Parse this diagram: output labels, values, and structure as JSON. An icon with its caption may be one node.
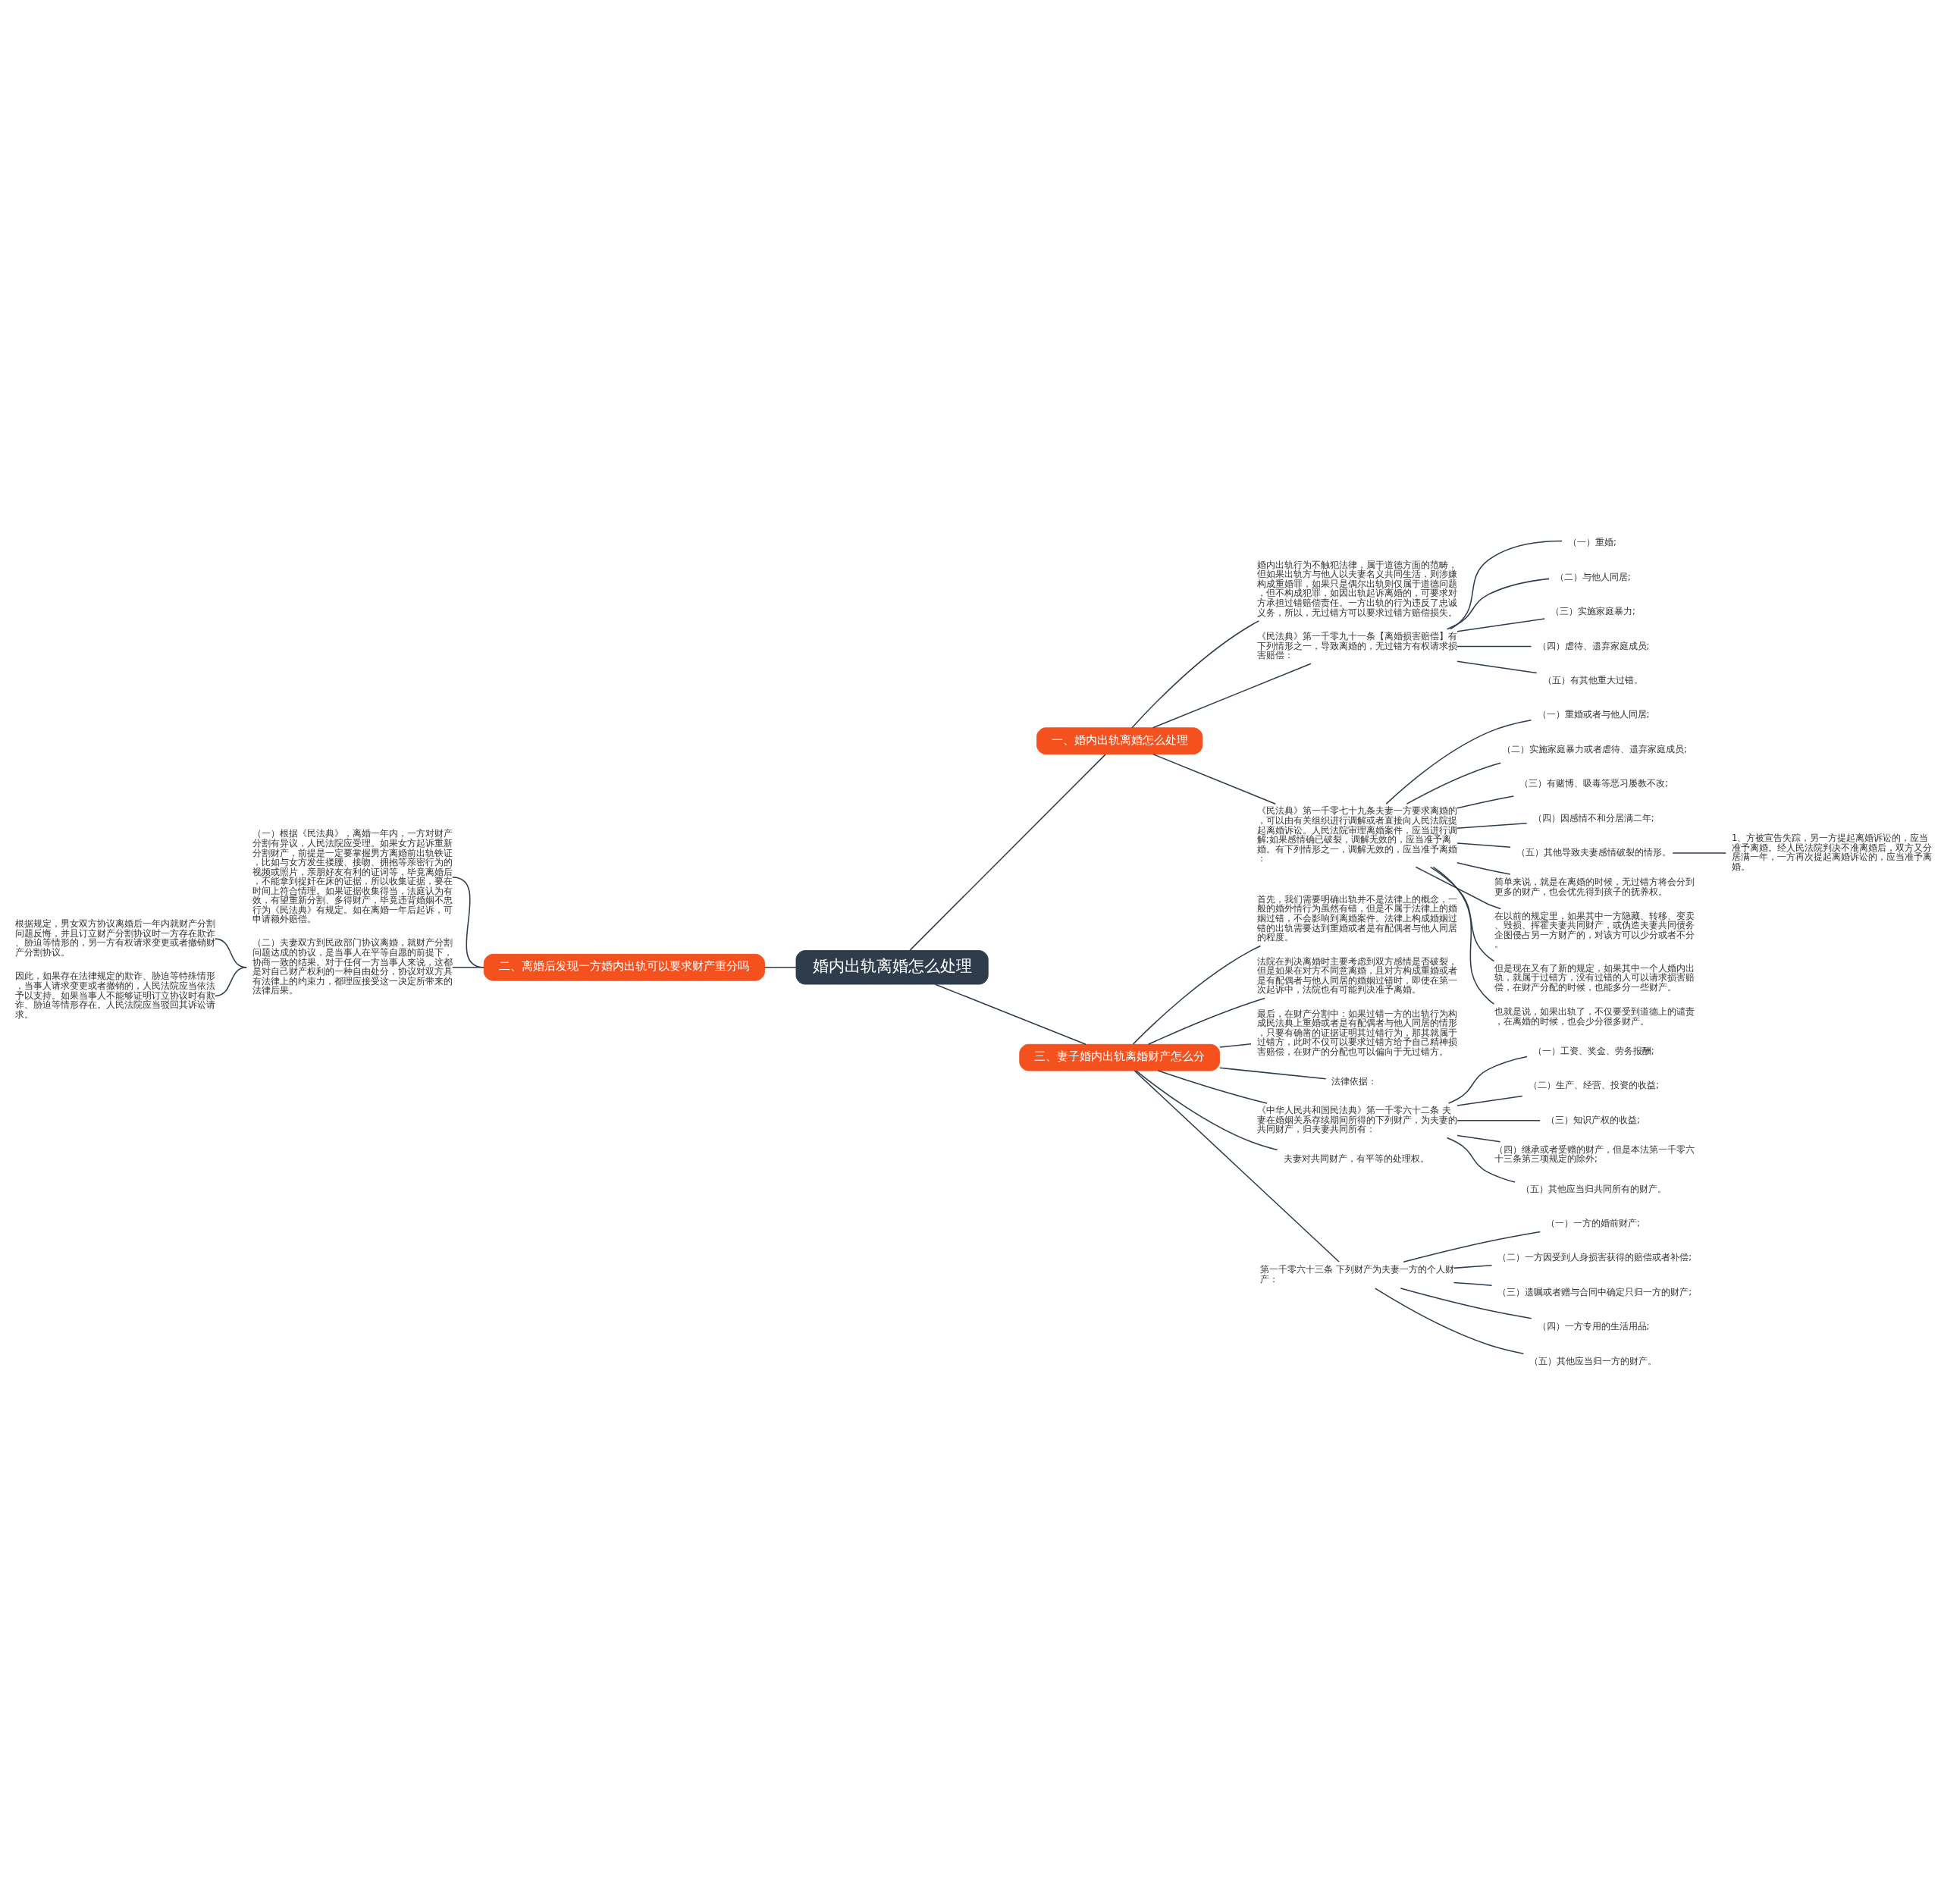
{
  "diagram": {
    "nodes": [
      {
        "text": [
          "婚内出轨离婚怎么处理"
        ]
      },
      {
        "text": [
          "一、婚内出轨离婚怎么处理"
        ]
      },
      {
        "text": [
          "婚内出轨行为不触犯法律，属于道德方面的范畴，但如果出轨方与他人以夫妻名义共同生活，则涉嫌构成重婚罪，如果只是偶尔出轨则仅属于道德问题，但不构成犯罪，如因出轨起诉离婚的，可要求对方承担过错赔偿责任。一方出轨的行为违反了忠诚义务，所以，无过错方可以要求过错方赔偿损失。"
        ]
      },
      {
        "text": [
          "《民法典》第一千零九十一条【离婚损害赔偿】有下列情形之一，导致离婚的，无过错方有权请求损害赔偿："
        ]
      },
      {
        "text": [
          "（一）重婚;"
        ]
      },
      {
        "text": [
          "（二）与他人同居;"
        ]
      },
      {
        "text": [
          "（三）实施家庭暴力;"
        ]
      },
      {
        "text": [
          "（四）虐待、遗弃家庭成员;"
        ]
      },
      {
        "text": [
          "（五）有其他重大过错。"
        ]
      },
      {
        "text": [
          "《民法典》第一千零七十九条夫妻一方要求离婚的，可以由有关组织进行调解或者直接向人民法院提起离婚诉讼。人民法院审理离婚案件，应当进行调解;如果感情确已破裂，调解无效的，应当准予离婚。有下列情形之一，调解无效的，应当准予离婚："
        ]
      },
      {
        "text": [
          "（一）重婚或者与他人同居;"
        ]
      },
      {
        "text": [
          "（二）实施家庭暴力或者虐待、遗弃家庭成员;"
        ]
      },
      {
        "text": [
          "（三）有赌博、吸毒等恶习屡教不改;"
        ]
      },
      {
        "text": [
          "（四）因感情不和分居满二年;"
        ]
      },
      {
        "text": [
          "（五）其他导致夫妻感情破裂的情形。"
        ]
      },
      {
        "text": [
          "1、方被宣告失踪，另一方提起离婚诉讼的，应当准予离婚。经人民法院判决不准离婚后，双方又分居满一年，一方再次提起离婚诉讼的，应当准予离婚。"
        ]
      },
      {
        "text": [
          "简单来说，就是在离婚的时候，无过错方将会分到更多的财产，也会优先得到孩子的抚养权。"
        ]
      },
      {
        "text": [
          "在以前的规定里，如果其中一方隐藏、转移、变卖、毁损、挥霍夫妻共同财产，或伪造夫妻共同债务企图侵占另一方财产的，对该方可以少分或者不分。"
        ]
      },
      {
        "text": [
          "但是现在又有了新的规定，如果其中一个人婚内出轨，就属于过错方，没有过错的人可以请求损害赔偿，在财产分配的时候，也能多分一些财产。"
        ]
      },
      {
        "text": [
          "也就是说，如果出轨了，不仅要受到道德上的谴责，在离婚的时候，也会少分很多财产。"
        ]
      },
      {
        "text": [
          "二、离婚后发现一方婚内出轨可以要求财产重分吗"
        ]
      },
      {
        "text": [
          "（一）根据《民法典》，离婚一年内，一方对财产分割有异议，人民法院应受理。如果女方起诉重新分割财产，前提是一定要掌握男方离婚前出轨铁证，比如与女方发生搂腰、接吻、拥抱等亲密行为的视频或照片，亲朋好友有利的证词等，毕竟离婚后，不能拿到捉奸在床的证据，所以收集证据，要在时间上符合情理。如果证据收集得当，法庭认为有效，有望重新分割、多得财产，毕竟违背婚姻不忠行为《民法典》有规定。如在离婚一年后起诉，可申请额外赔偿。"
        ]
      },
      {
        "text": [
          "（二）夫妻双方到民政部门协议离婚，就财产分割问题达成的协议，是当事人在平等自愿的前提下，协商一致的结果。对于任何一方当事人来说，这都是对自己财产权利的一种自由处分，协议对双方具有法律上的约束力，都理应接受这一决定所带来的法律后果。"
        ]
      },
      {
        "text": [
          "根据规定，男女双方协议离婚后一年内就财产分割问题反悔，并且订立财产分割协议时一方存在欺诈、胁迫等情形的，另一方有权请求变更或者撤销财产分割协议。"
        ]
      },
      {
        "text": [
          "因此，如果存在法律规定的欺诈、胁迫等特殊情形，当事人请求变更或者撤销的，人民法院应当依法予以支持。如果当事人不能够证明订立协议时有欺诈、胁迫等情形存在。人民法院应当驳回其诉讼请求。"
        ]
      },
      {
        "text": [
          "三、妻子婚内出轨离婚财产怎么分"
        ]
      },
      {
        "text": [
          "首先，我们需要明确出轨并不是法律上的概念，一般的婚外情行为虽然有错，但是不属于法律上的婚姻过错，不会影响到离婚案件。法律上构成婚姻过错的出轨需要达到重婚或者是有配偶者与他人同居的程度。"
        ]
      },
      {
        "text": [
          "法院在判决离婚时主要考虑到双方感情是否破裂，但是如果在对方不同意离婚，且对方构成重婚或者是有配偶者与他人同居的婚姻过错时，即使在第一次起诉中，法院也有可能判决准予离婚。"
        ]
      },
      {
        "text": [
          "最后，在财产分割中：如果过错一方的出轨行为构成民法典上重婚或者是有配偶者与他人同居的情形，只要有确凿的证据证明其过错行为，那其就属于过错方，此时不仅可以要求过错方给予自己精神损害赔偿，在财产的分配也可以偏向于无过错方。"
        ]
      },
      {
        "text": [
          "法律依据："
        ]
      },
      {
        "text": [
          "《中华人民共和国民法典》第一千零六十二条 夫妻在婚姻关系存续期间所得的下列财产，为夫妻的共同财产，归夫妻共同所有："
        ]
      },
      {
        "text": [
          "（一）工资、奖金、劳务报酬;"
        ]
      },
      {
        "text": [
          "（二）生产、经营、投资的收益;"
        ]
      },
      {
        "text": [
          "（三）知识产权的收益;"
        ]
      },
      {
        "text": [
          "（四）继承或者受赠的财产，但是本法第一千零六十三条第三项规定的除外;"
        ]
      },
      {
        "text": [
          "（五）其他应当归共同所有的财产。"
        ]
      },
      {
        "text": [
          "夫妻对共同财产，有平等的处理权。"
        ]
      },
      {
        "text": [
          "第一千零六十三条 下列财产为夫妻一方的个人财产："
        ]
      },
      {
        "text": [
          "（一）一方的婚前财产;"
        ]
      },
      {
        "text": [
          "（二）一方因受到人身损害获得的赔偿或者补偿;"
        ]
      },
      {
        "text": [
          "（三）遗嘱或者赠与合同中确定只归一方的财产;"
        ]
      },
      {
        "text": [
          "（四）一方专用的生活用品;"
        ]
      },
      {
        "text": [
          "（五）其他应当归一方的财产。"
        ]
      }
    ],
    "edges": [
      {
        "from": 0,
        "to": 1,
        "arrow": "none"
      },
      {
        "from": 1,
        "to": 2,
        "arrow": "none"
      },
      {
        "from": 1,
        "to": 3,
        "arrow": "none"
      },
      {
        "from": 3,
        "to": 4,
        "arrow": "none"
      },
      {
        "from": 3,
        "to": 5,
        "arrow": "none"
      },
      {
        "from": 3,
        "to": 6,
        "arrow": "none"
      },
      {
        "from": 3,
        "to": 7,
        "arrow": "none"
      },
      {
        "from": 3,
        "to": 8,
        "arrow": "none"
      },
      {
        "from": 1,
        "to": 9,
        "arrow": "none"
      },
      {
        "from": 9,
        "to": 10,
        "arrow": "none"
      },
      {
        "from": 9,
        "to": 11,
        "arrow": "none"
      },
      {
        "from": 9,
        "to": 12,
        "arrow": "none"
      },
      {
        "from": 9,
        "to": 13,
        "arrow": "none"
      },
      {
        "from": 9,
        "to": 14,
        "arrow": "none"
      },
      {
        "from": 14,
        "to": 15,
        "arrow": "none"
      },
      {
        "from": 9,
        "to": 16,
        "arrow": "none"
      },
      {
        "from": 9,
        "to": 17,
        "arrow": "none"
      },
      {
        "from": 9,
        "to": 18,
        "arrow": "none"
      },
      {
        "from": 9,
        "to": 19,
        "arrow": "none"
      },
      {
        "from": 0,
        "to": 20,
        "arrow": "none"
      },
      {
        "from": 20,
        "to": 21,
        "arrow": "none"
      },
      {
        "from": 20,
        "to": 22,
        "arrow": "none"
      },
      {
        "from": 22,
        "to": 23,
        "arrow": "none"
      },
      {
        "from": 22,
        "to": 24,
        "arrow": "none"
      },
      {
        "from": 0,
        "to": 25,
        "arrow": "none"
      },
      {
        "from": 25,
        "to": 26,
        "arrow": "none"
      },
      {
        "from": 25,
        "to": 27,
        "arrow": "none"
      },
      {
        "from": 25,
        "to": 28,
        "arrow": "none"
      },
      {
        "from": 25,
        "to": 29,
        "arrow": "none"
      },
      {
        "from": 25,
        "to": 30,
        "arrow": "none"
      },
      {
        "from": 30,
        "to": 31,
        "arrow": "none"
      },
      {
        "from": 30,
        "to": 32,
        "arrow": "none"
      },
      {
        "from": 30,
        "to": 33,
        "arrow": "none"
      },
      {
        "from": 30,
        "to": 34,
        "arrow": "none"
      },
      {
        "from": 30,
        "to": 35,
        "arrow": "none"
      },
      {
        "from": 25,
        "to": 36,
        "arrow": "none"
      },
      {
        "from": 25,
        "to": 37,
        "arrow": "none"
      },
      {
        "from": 37,
        "to": 38,
        "arrow": "none"
      },
      {
        "from": 37,
        "to": 39,
        "arrow": "none"
      },
      {
        "from": 37,
        "to": 40,
        "arrow": "none"
      },
      {
        "from": 37,
        "to": 41,
        "arrow": "none"
      },
      {
        "from": 37,
        "to": 42,
        "arrow": "none"
      }
    ]
  }
}
